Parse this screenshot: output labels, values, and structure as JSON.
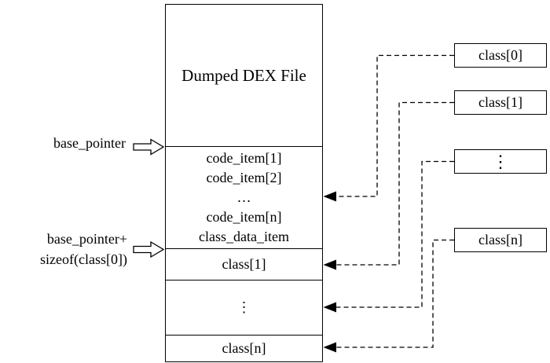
{
  "figure": {
    "main_box": {
      "title": "Dumped DEX File",
      "rows_code": [
        "code_item[1]",
        "code_item[2]",
        "…",
        "code_item[n]",
        "class_data_item"
      ],
      "row_class1": "class[1]",
      "row_dots": "⋮",
      "row_classn": "class[n]"
    },
    "left": {
      "base_pointer_label": "base_pointer",
      "offset_label_line1": "base_pointer+",
      "offset_label_line2": "sizeof(class[0])"
    },
    "right_boxes": [
      {
        "label": "class[0]"
      },
      {
        "label": "class[1]"
      },
      {
        "label": "⋮"
      },
      {
        "label": "class[n]"
      }
    ]
  }
}
